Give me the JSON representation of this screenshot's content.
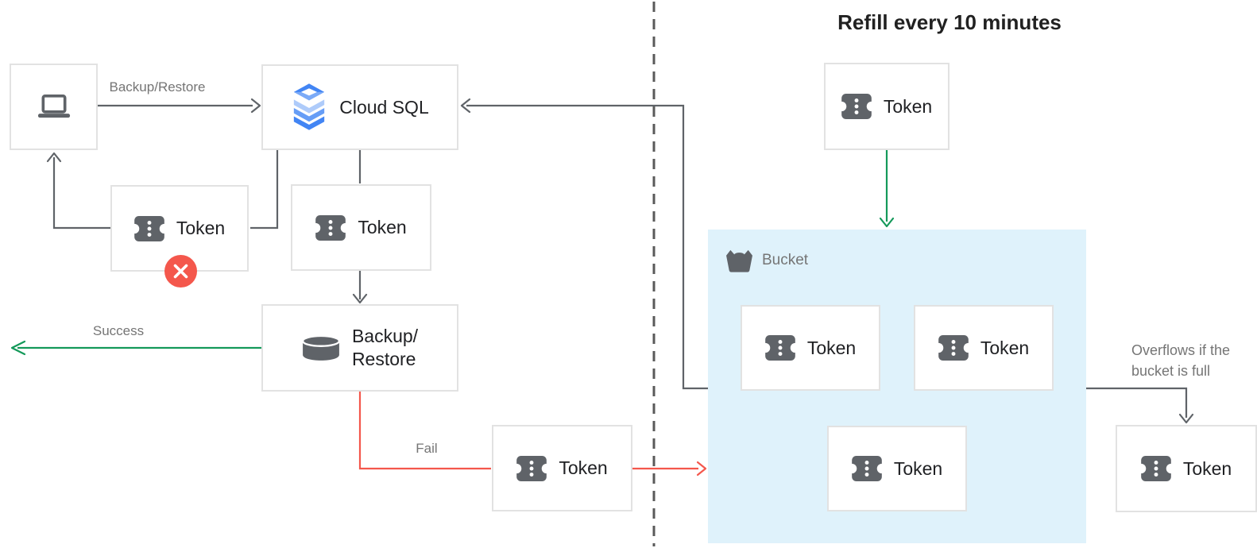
{
  "title": "Refill every 10 minutes",
  "colors": {
    "dark": "#5f6368",
    "green": "#14995a",
    "red": "#f4574c",
    "border": "#e2e2e2",
    "text": "#202124",
    "graylabel": "#757575",
    "bucket": "#dff2fb",
    "blue": "#4285f4"
  },
  "nodes": {
    "client": {
      "icon": "laptop-icon"
    },
    "cloud_sql": {
      "label": "Cloud SQL",
      "icon": "cloud-sql-icon"
    },
    "token_rejected": {
      "label": "Token",
      "icon": "token-icon",
      "badge": "error-x"
    },
    "token_request": {
      "label": "Token",
      "icon": "token-icon"
    },
    "backup_restore": {
      "label": "Backup/\nRestore",
      "icon": "database-icon"
    },
    "token_failed": {
      "label": "Token",
      "icon": "token-icon"
    },
    "token_refill": {
      "label": "Token",
      "icon": "token-icon"
    },
    "bucket": {
      "label": "Bucket",
      "icon": "bucket-icon"
    },
    "token_in_bucket_1": {
      "label": "Token",
      "icon": "token-icon"
    },
    "token_in_bucket_2": {
      "label": "Token",
      "icon": "token-icon"
    },
    "token_in_bucket_3": {
      "label": "Token",
      "icon": "token-icon"
    },
    "token_overflow": {
      "label": "Token",
      "icon": "token-icon"
    }
  },
  "edges": {
    "backup_restore": {
      "label": "Backup/Restore"
    },
    "success": {
      "label": "Success"
    },
    "fail": {
      "label": "Fail"
    },
    "overflow": {
      "label": "Overflows if the\nbucket is full"
    }
  }
}
